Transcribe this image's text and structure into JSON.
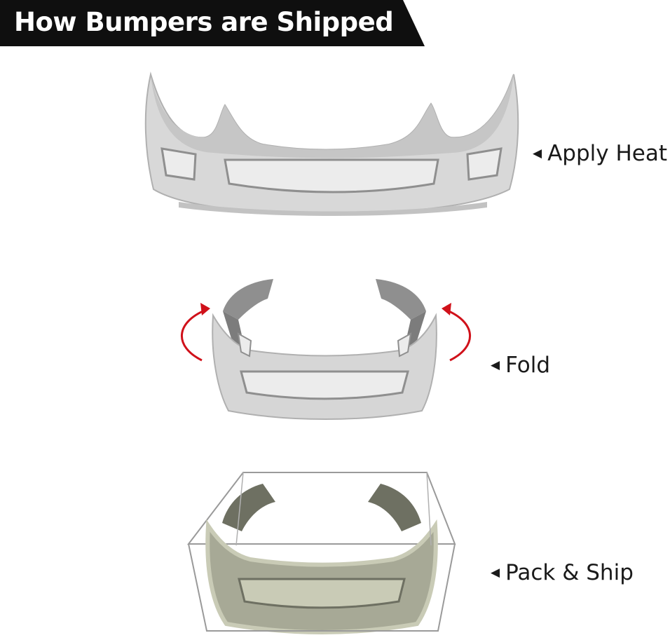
{
  "header": {
    "title": "How Bumpers are Shipped"
  },
  "steps": [
    {
      "label": "Apply Heat",
      "pointer": "◀"
    },
    {
      "label": "Fold",
      "pointer": "◀"
    },
    {
      "label": "Pack & Ship",
      "pointer": "◀"
    }
  ],
  "colors": {
    "banner": "#0f0f0f",
    "bumper_light": "#d8d8d8",
    "bumper_dark": "#8f8f8f",
    "arrow_red": "#d0111a",
    "packed_light": "#c9cbb6",
    "packed_dark": "#6e7062"
  }
}
